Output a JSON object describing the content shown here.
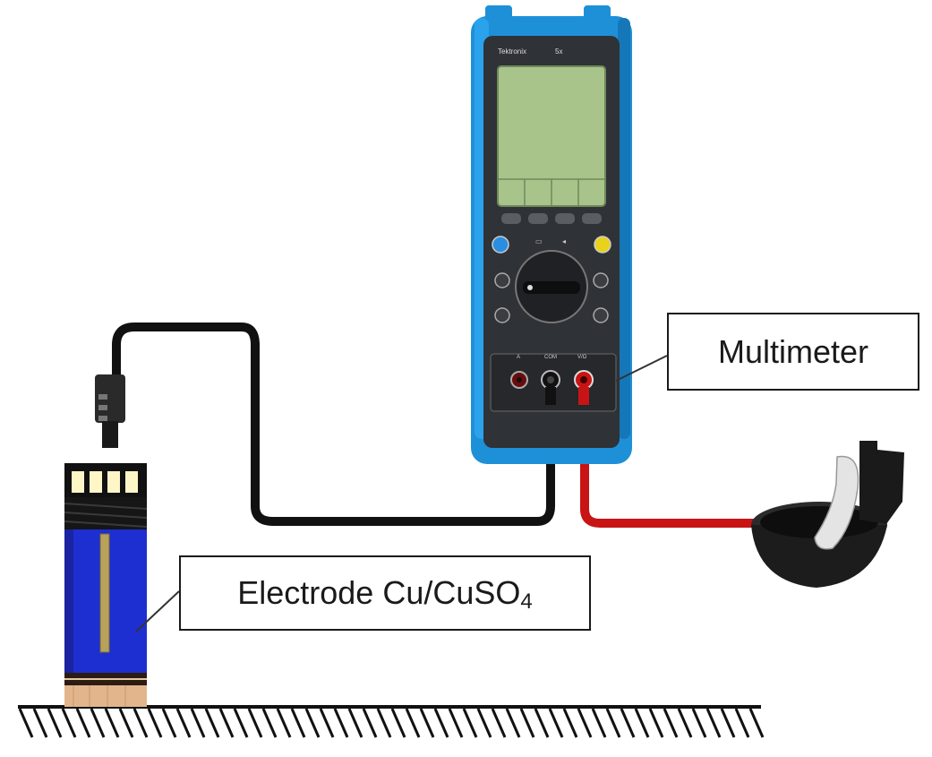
{
  "labels": {
    "multimeter": "Multimeter",
    "electrode_main": "Electrode Cu/CuSO",
    "electrode_sub": "4"
  },
  "device": {
    "brand_text": "Tektronix",
    "model_text": "5x",
    "jack_labels": [
      "A",
      "COM",
      "V/Ω"
    ]
  },
  "colors": {
    "multimeter_body": "#1e90d8",
    "multimeter_face": "#2f3237",
    "lcd": "#a8c48a",
    "black_lead": "#111111",
    "red_lead": "#c81414",
    "electrode_body": "#1d2fd0",
    "copper_rod": "#b8a25a",
    "porous_tip": "#e3b58c",
    "cup": "#1c1c1c"
  }
}
